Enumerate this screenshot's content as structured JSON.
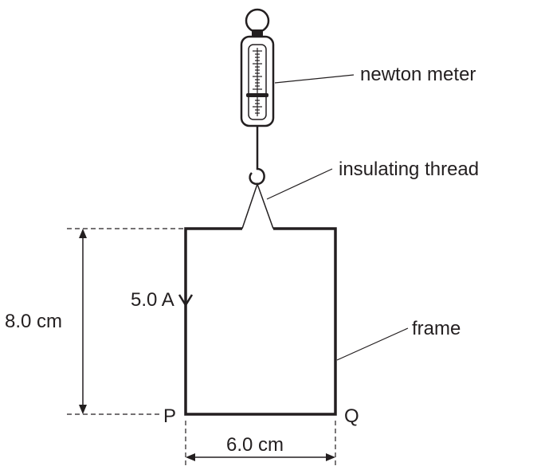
{
  "labels": {
    "newton_meter": "newton meter",
    "insulating_thread": "insulating thread",
    "current": "5.0 A",
    "height": "8.0 cm",
    "frame": "frame",
    "corner_p": "P",
    "corner_q": "Q",
    "width": "6.0 cm"
  },
  "colors": {
    "ink": "#231f20",
    "background": "#ffffff"
  }
}
